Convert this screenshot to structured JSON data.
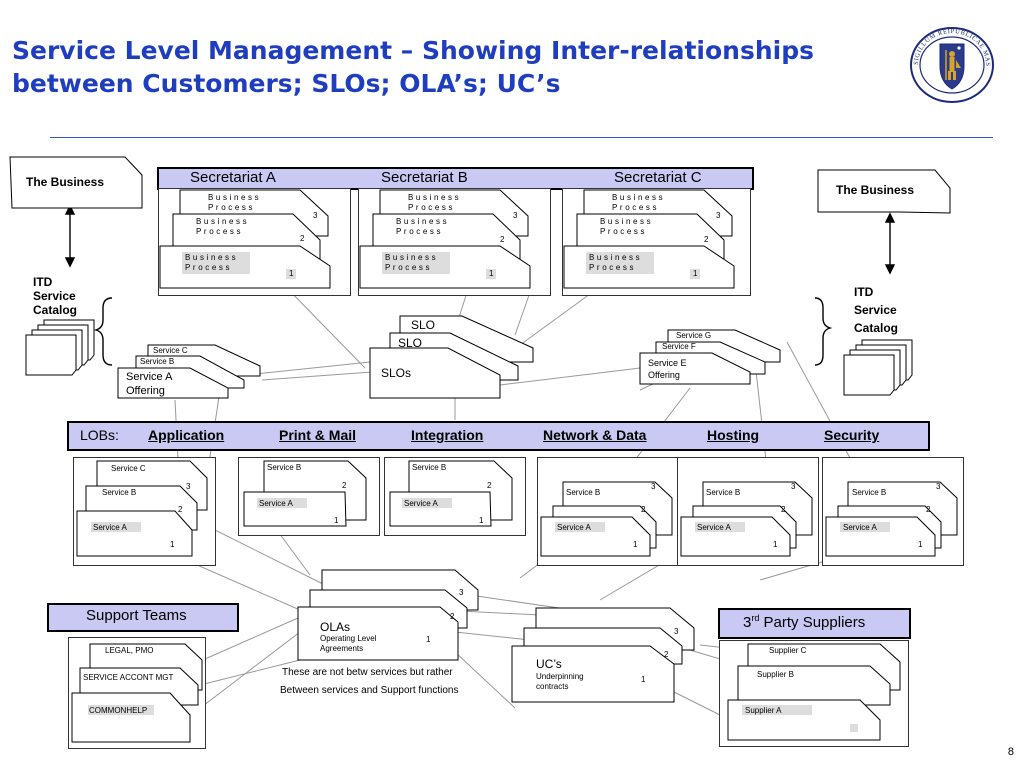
{
  "slide": {
    "title": "Service Level Management – Showing Inter-relationships between Customers; SLOs; OLA’s; UC’s",
    "page_number": "8"
  },
  "seal": {
    "icon": "massachusetts-seal-icon",
    "text": "SIGILLUM REIPUBLICAE MASSACHUSETTENSIS",
    "colors": {
      "ring": "#1c2a7a",
      "shield": "#2a3b8c",
      "figure": "#d6a428"
    }
  },
  "business_left": {
    "label": "The Business"
  },
  "business_right": {
    "label": "The Business"
  },
  "catalog_left": {
    "label": "ITD Service Catalog"
  },
  "catalog_right": {
    "label": "ITD Service Catalog"
  },
  "secretariats": {
    "labels": [
      "Secretariat A",
      "Secretariat B",
      "Secretariat C"
    ],
    "process_label": "Business Process",
    "numbers": [
      "3",
      "2",
      "1"
    ]
  },
  "slo_stack": {
    "labels": [
      "SLO",
      "SLO",
      "SLOs"
    ]
  },
  "offering_left": {
    "top": "Service C",
    "mid": "Service B",
    "front": "Service A Offering"
  },
  "offering_right": {
    "top": "Service G",
    "mid": "Service F",
    "front": "Service E Offering"
  },
  "lobs": {
    "prefix": "LOBs:",
    "items": [
      "Application",
      "Print & Mail",
      "Integration",
      "Network & Data",
      "Hosting",
      "Security"
    ]
  },
  "lob_services": {
    "service_a": "Service A",
    "service_b": "Service B",
    "service_c": "Service C",
    "numbers": [
      "3",
      "2",
      "1"
    ]
  },
  "olas": {
    "label": "OLAs",
    "sub": "Operating Level Agreements",
    "numbers": [
      "3",
      "2",
      "1"
    ]
  },
  "ucs": {
    "label": "UC’s",
    "sub": "Underpinning contracts",
    "numbers": [
      "3",
      "2",
      "1"
    ]
  },
  "note": {
    "line1": "These are not betw services but rather",
    "line2": "Between services and Support functions"
  },
  "support_teams": {
    "header": "Support Teams",
    "items": [
      "LEGAL, PMO",
      "SERVICE ACCONT MGT",
      "COMMONHELP"
    ]
  },
  "suppliers": {
    "header_main": "3",
    "header_sup": "rd",
    "header_rest": " Party Suppliers",
    "items": [
      "Supplier C",
      "Supplier B",
      "Supplier A"
    ]
  },
  "colors": {
    "title": "#1f3dbf",
    "header_fill": "#c9c9f3",
    "label_fill": "#dddddd",
    "connector": "#999999"
  }
}
